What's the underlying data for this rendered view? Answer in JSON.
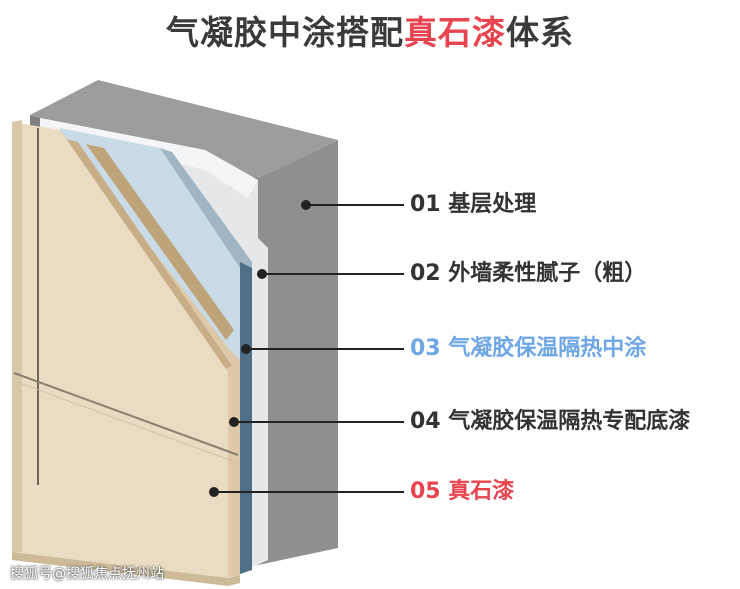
{
  "title": {
    "prefix": "气凝胶中涂搭配",
    "highlight": "真石漆",
    "suffix": "体系",
    "highlight_color": "#e8444f"
  },
  "layers": [
    {
      "label": "01 基层处理",
      "color": "#333333"
    },
    {
      "label": "02 外墙柔性腻子（粗）",
      "color": "#333333"
    },
    {
      "label": "03 气凝胶保温隔热中涂",
      "color": "#6fa6e6"
    },
    {
      "label": "04 气凝胶保温隔热专配底漆",
      "color": "#333333"
    },
    {
      "label": "05 真石漆",
      "color": "#e8444f"
    }
  ],
  "watermark": "搜狐号@搜狐焦点抚州站"
}
